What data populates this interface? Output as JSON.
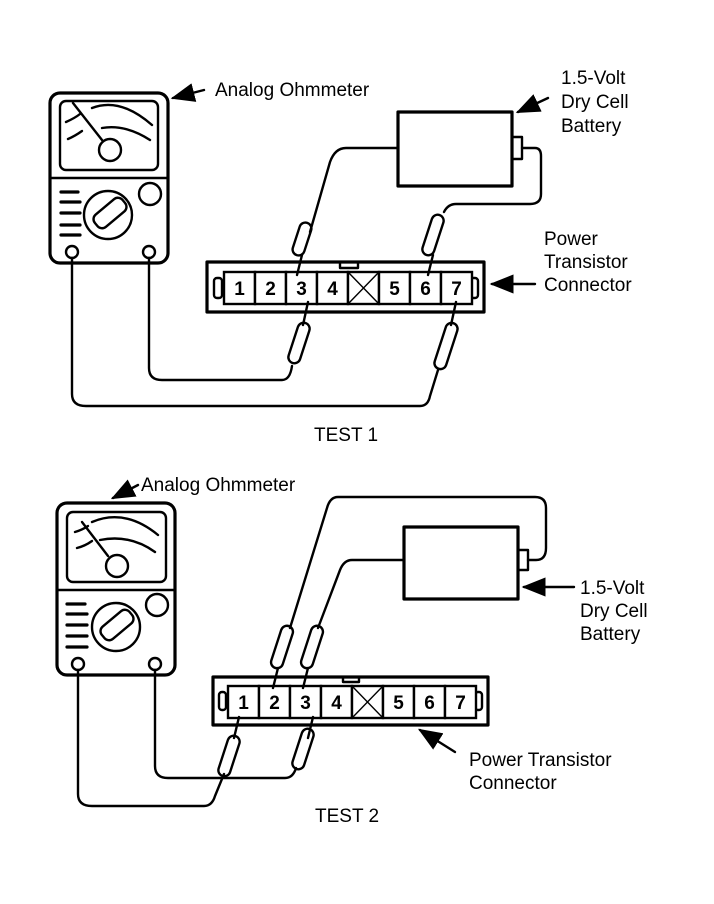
{
  "diagram": {
    "tests": [
      {
        "title": "TEST 1",
        "meter_label": "Analog Ohmmeter",
        "battery_label": [
          "1.5-Volt",
          "Dry Cell",
          "Battery"
        ],
        "connector_label": [
          "Power",
          "Transistor",
          "Connector"
        ],
        "pins": [
          "1",
          "2",
          "3",
          "4",
          "",
          "5",
          "6",
          "7"
        ],
        "battery_probes_pins": [
          "3",
          "6"
        ],
        "meter_probes_pins": [
          "3",
          "7"
        ]
      },
      {
        "title": "TEST 2",
        "meter_label": "Analog Ohmmeter",
        "battery_label": [
          "1.5-Volt",
          "Dry Cell",
          "Battery"
        ],
        "connector_label": [
          "Power Transistor",
          "Connector"
        ],
        "pins": [
          "1",
          "2",
          "3",
          "4",
          "",
          "5",
          "6",
          "7"
        ],
        "battery_probes_pins": [
          "2",
          "3"
        ],
        "meter_probes_pins": [
          "1",
          "3"
        ]
      }
    ],
    "colors": {
      "ink": "#000000",
      "paper": "#ffffff"
    }
  }
}
